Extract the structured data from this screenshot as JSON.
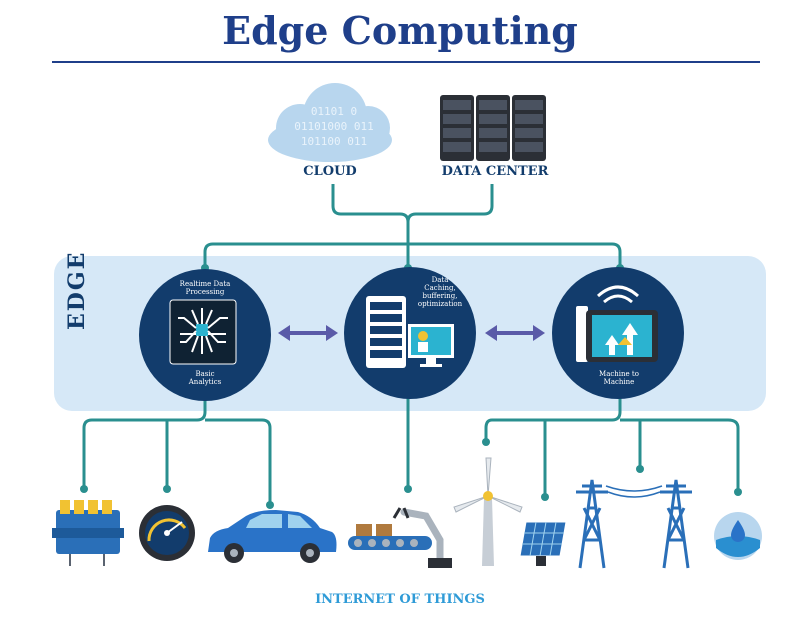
{
  "title": "Edge Computing",
  "labels": {
    "cloud": "CLOUD",
    "data_center": "DATA CENTER",
    "edge": "EDGE",
    "internet_of_things": "INTERNET OF THINGS"
  },
  "cloud_binary": {
    "line1": "01101 0",
    "line2": "01101000 011",
    "line3": "101100 011"
  },
  "edge_nodes": [
    {
      "top_text": "Realtime Data\nProcessing",
      "bottom_text": "Basic\nAnalytics",
      "icon": "cpu-chip-icon"
    },
    {
      "top_text": "Data\nCaching,\nbuffering,\noptimization",
      "bottom_text": "",
      "icon": "server-monitor-icon"
    },
    {
      "top_text": "",
      "bottom_text": "Machine to\nMachine",
      "icon": "wireless-tablet-icon"
    }
  ],
  "iot_devices": [
    "battery-pack-icon",
    "gauge-icon",
    "car-icon",
    "robot-arm-conveyor-icon",
    "wind-turbine-icon",
    "solar-panel-icon",
    "power-pylons-icon",
    "water-drop-icon"
  ],
  "colors": {
    "title": "#1f3f8a",
    "label_dark": "#123c6c",
    "iot_label": "#2f9bd7",
    "edge_band": "#d6e8f7",
    "node_circle": "#123c6c",
    "connector": "#2a8f8f",
    "arrow": "#5a5aa8"
  }
}
